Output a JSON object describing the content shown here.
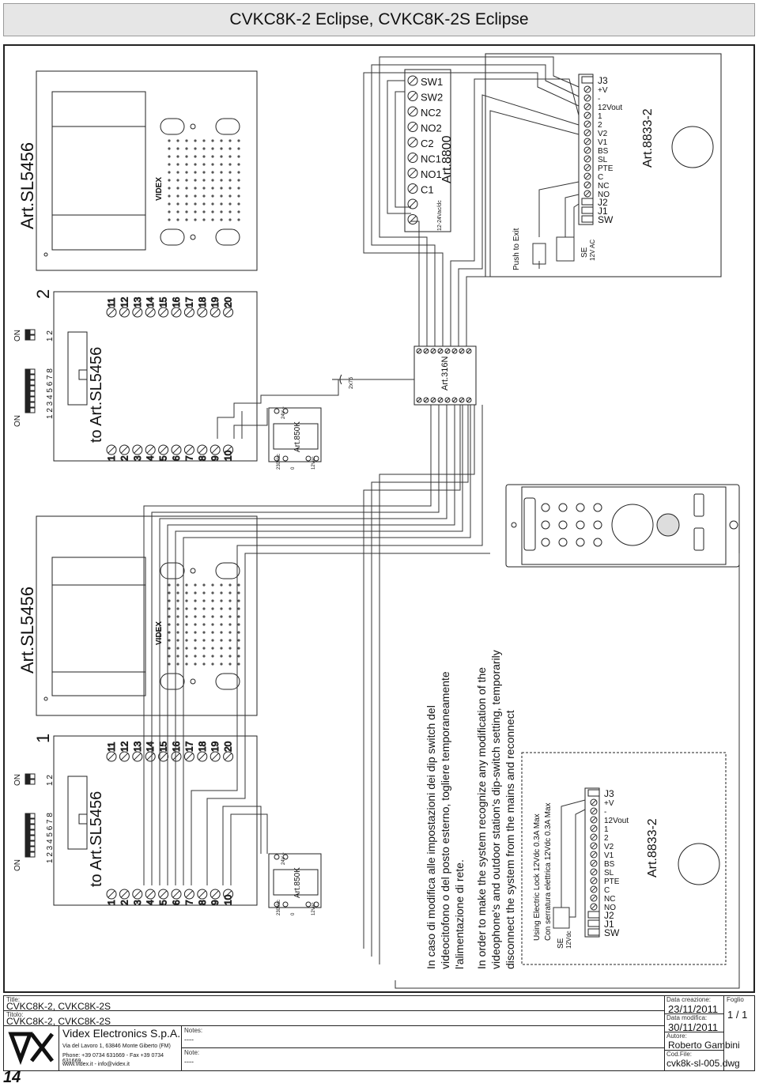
{
  "header": {
    "title": "CVKC8K-2 Eclipse, CVKC8K-2S Eclipse"
  },
  "diagram": {
    "monitor_label": "Art.SL5456",
    "to_monitor_label": "to Art.SL5456",
    "monitor2_number": "2",
    "monitor1_number": "1",
    "dip_on": "ON",
    "dip_8_numbers": "1 2 3 4 5 6 7 8",
    "dip_2_numbers": "1 2",
    "terminals_left": [
      "1",
      "2",
      "3",
      "4",
      "5",
      "6",
      "7",
      "8",
      "9",
      "10"
    ],
    "terminals_right": [
      "11",
      "12",
      "13",
      "14",
      "15",
      "16",
      "17",
      "18",
      "19",
      "20"
    ],
    "psu_label": "Art.850K",
    "psu_ac_in": "230Vac",
    "psu_zero": "0",
    "psu_out": "12Vac",
    "psu_top": "24V ~",
    "capacitor_label": "2x75",
    "distributor_label": "Art.316N",
    "relay_label": "Art.8800",
    "relay_terminals": [
      "SW1",
      "SW2",
      "NC2",
      "NO2",
      "C2",
      "NC1",
      "NO1",
      "C1"
    ],
    "relay_supply": "12-24Vac/dc",
    "push_exit": "Push to Exit",
    "se_label": "SE",
    "se_upper_voltage": "12V AC",
    "se_lower_voltage": "12Vdc",
    "amp_label": "Art.8833-2",
    "amp_terminals": [
      "J3",
      "+V",
      "-",
      "12Vout",
      "1",
      "2",
      "V2",
      "V1",
      "BS",
      "SL",
      "PTE",
      "C",
      "NC",
      "NO",
      "J2",
      "J1",
      "SW"
    ],
    "lock_note_1": "Using Electric Lock 12Vdc 0.3A Max",
    "lock_note_2": "Con serratura elettrica 12Vdc 0.3A Max",
    "note_it": [
      "In caso di modifica alle impostazioni dei dip switch del",
      "videocitofono o del posto esterno, togliere temporaneamente",
      "l'alimentazione di rete."
    ],
    "note_en": [
      "In order to make the system recognize any modification of the",
      "videophone's and outdoor station's dip-switch setting, temporarily",
      "disconnect the system from the mains and reconnect"
    ],
    "brand": "VIDEX"
  },
  "title_block": {
    "title_label": "Title:",
    "title": "CVKC8K-2, CVKC8K-2S",
    "titolo_label": "Titolo:",
    "titolo": "CVKC8K-2, CVKC8K-2S",
    "company": "Videx Electronics S.p.A.",
    "address": "Via del Lavoro 1, 63846 Monte Giberto (FM)",
    "phone": "Phone: +39 0734 631669 - Fax +39 0734 631669",
    "web": "www.videx.it - info@videx.it",
    "notes_label": "Notes:",
    "notes_value": "----",
    "note_label": "Note:",
    "note_value": "----",
    "created_label": "Data creazione:",
    "created": "23/11/2011",
    "modified_label": "Data modifica:",
    "modified": "30/11/2011",
    "author_label": "Autore:",
    "author": "Roberto Gambini",
    "file_label": "Cod.File:",
    "file": "cvk8k-sl-005.dwg",
    "sheet_label": "Foglio",
    "sheet": "1 / 1"
  },
  "page_number": "14"
}
